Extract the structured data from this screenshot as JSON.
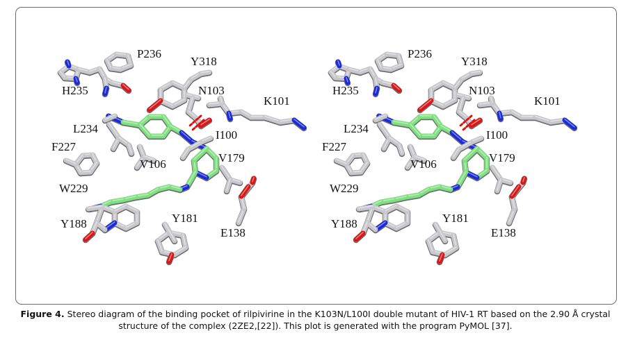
{
  "figure": {
    "residue_labels": [
      "P236",
      "Y318",
      "H235",
      "N103",
      "K101",
      "L234",
      "I100",
      "F227",
      "V106",
      "V179",
      "W229",
      "Y188",
      "Y181",
      "E138"
    ],
    "colors": {
      "protein_carbon": "#c8c8cc",
      "ligand_carbon": "#7fe07f",
      "nitrogen": "#1a2ad8",
      "oxygen": "#d81818",
      "hbond": "#e01010"
    }
  },
  "caption": {
    "label": "Figure 4.",
    "text": "Stereo diagram of the binding pocket of rilpivirine in the K103N/L100I double mutant of HIV-1 RT based on the 2.90 Å crystal structure of the complex (2ZE2,[22]). This plot is generated with the program PyMOL [37]."
  }
}
